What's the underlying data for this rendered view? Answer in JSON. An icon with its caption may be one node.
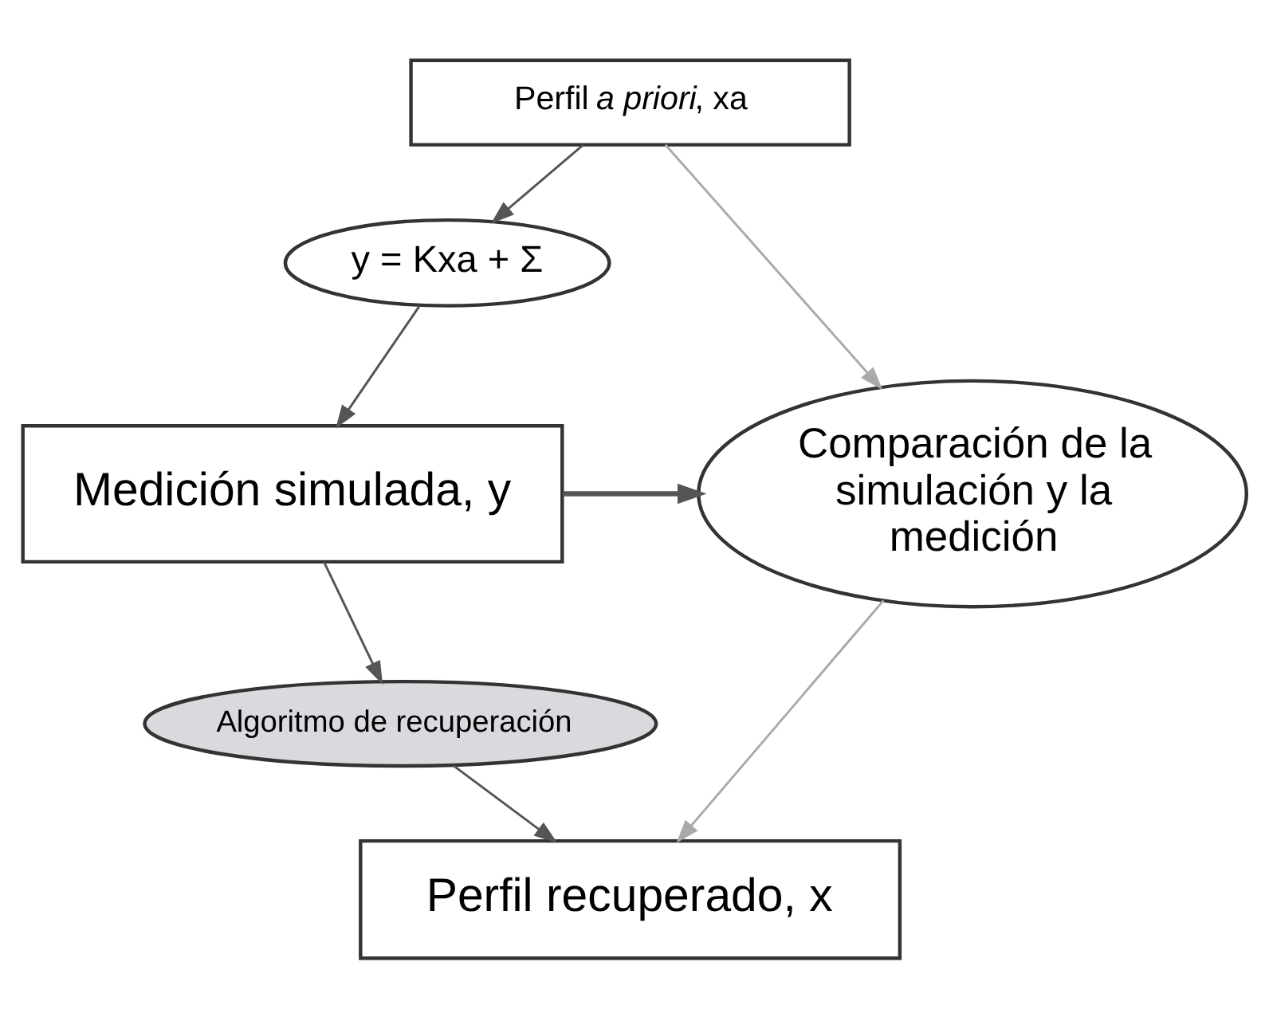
{
  "diagram": {
    "nodes": [
      {
        "text": [
          "Perfil *a priori*, xa"
        ]
      },
      {
        "text": [
          "y = Kxa + Σ"
        ]
      },
      {
        "text": [
          "Medición simulada, y"
        ]
      },
      {
        "text": [
          "Comparación de la simulación y la medición"
        ]
      },
      {
        "text": [
          "Algoritmo de recuperación"
        ]
      },
      {
        "text": [
          "Perfil recuperado, x"
        ]
      }
    ],
    "edges": [
      {
        "from": 0,
        "to": 1,
        "arrow": "to"
      },
      {
        "from": 0,
        "to": 3,
        "arrow": "to",
        "color": "#aaaaaa"
      },
      {
        "from": 1,
        "to": 2,
        "arrow": "to"
      },
      {
        "from": 2,
        "to": 3,
        "arrow": "to",
        "style": "thick"
      },
      {
        "from": 2,
        "to": 4,
        "arrow": "to"
      },
      {
        "from": 4,
        "to": 5,
        "arrow": "to"
      },
      {
        "from": 3,
        "to": 5,
        "arrow": "to",
        "color": "#aaaaaa"
      }
    ]
  }
}
